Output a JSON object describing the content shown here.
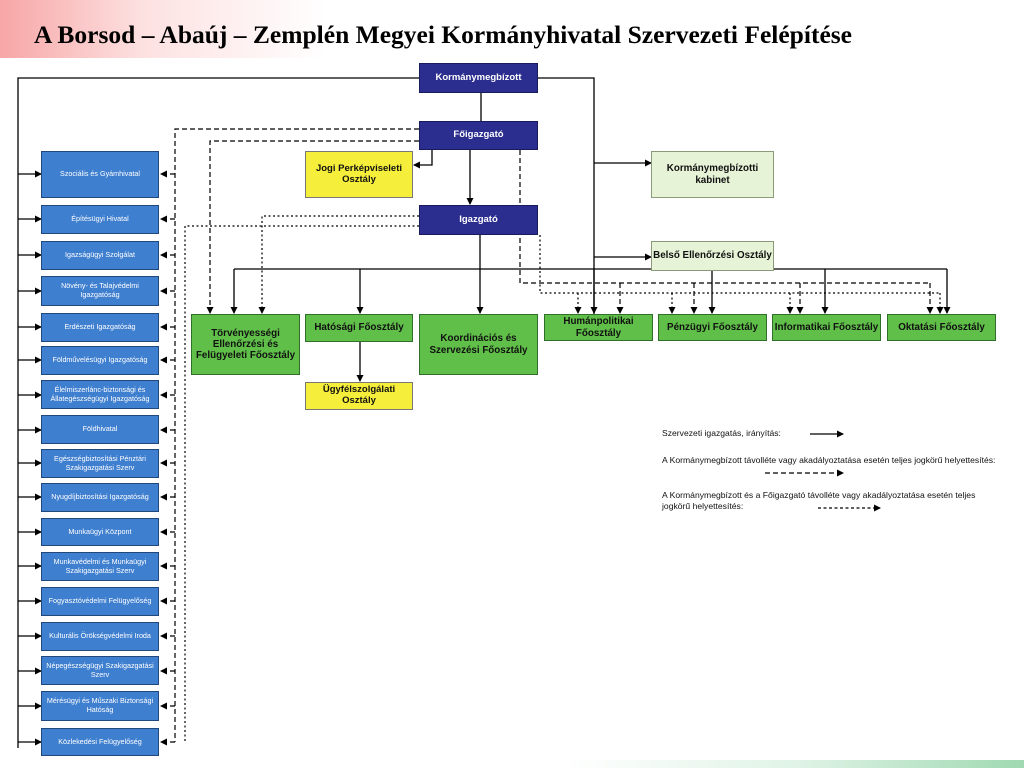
{
  "title": "A Borsod – Abaúj – Zemplén Megyei Kormányhivatal Szervezeti Felépítése",
  "nodes": {
    "kormanymegbizott": "Kormánymegbízott",
    "foigazgato": "Főigazgató",
    "jogi": "Jogi Perképviseleti Osztály",
    "igazgato": "Igazgató",
    "kabinet": "Kormánymegbízotti kabinet",
    "belso": "Belső Ellenőrzési Osztály",
    "torvenyessegi": "Törvényességi Ellenőrzési és Felügyeleti Főosztály",
    "hatosagi": "Hatósági Főosztály",
    "koordinacios": "Koordinációs és Szervezési Főosztály",
    "humanpolitikai": "Humánpolitikai Főosztály",
    "penzugyi": "Pénzügyi Főosztály",
    "informatikai": "Informatikai Főosztály",
    "oktatasi": "Oktatási Főosztály",
    "ugyfelszolgalati": "Ügyfélszolgálati Osztály"
  },
  "side_offices": [
    "Szociális és Gyámhivatal",
    "Építésügyi Hivatal",
    "Igazságügyi Szolgálat",
    "Növény- és Talajvédelmi Igazgatóság",
    "Erdészeti Igazgatóság",
    "Földművelésügyi Igazgatóság",
    "Élelmiszerlánc-biztonsági és Állategészségügyi Igazgatóság",
    "Földhivatal",
    "Egészségbiztosítási Pénztári Szakigazgatási Szerv",
    "Nyugdíjbiztosítási Igazgatóság",
    "Munkaügyi Központ",
    "Munkavédelmi és Munkaügyi Szakigazgatási Szerv",
    "Fogyasztóvédelmi Felügyelőség",
    "Kulturális Örökségvédelmi Iroda",
    "Népegészségügyi Szakigazgatási Szerv",
    "Mérésügyi és Műszaki Biztonsági Hatóság",
    "Közlekedési Felügyelőség"
  ],
  "legend": {
    "solid": "Szervezeti igazgatás, irányítás:",
    "dashed": "A Kormánymegbízott távolléte vagy akadályoztatása esetén teljes jogkörű helyettesítés:",
    "dotted": "A Kormánymegbízott és a Főigazgató távolléte vagy akadályoztatása esetén teljes jogkörű helyettesítés:"
  },
  "colors": {
    "navy": "#2b2d8f",
    "yellow": "#f5ee3b",
    "green": "#5fbf48",
    "light_green": "#e6f3d6",
    "side_blue": "#3f7fcf"
  }
}
